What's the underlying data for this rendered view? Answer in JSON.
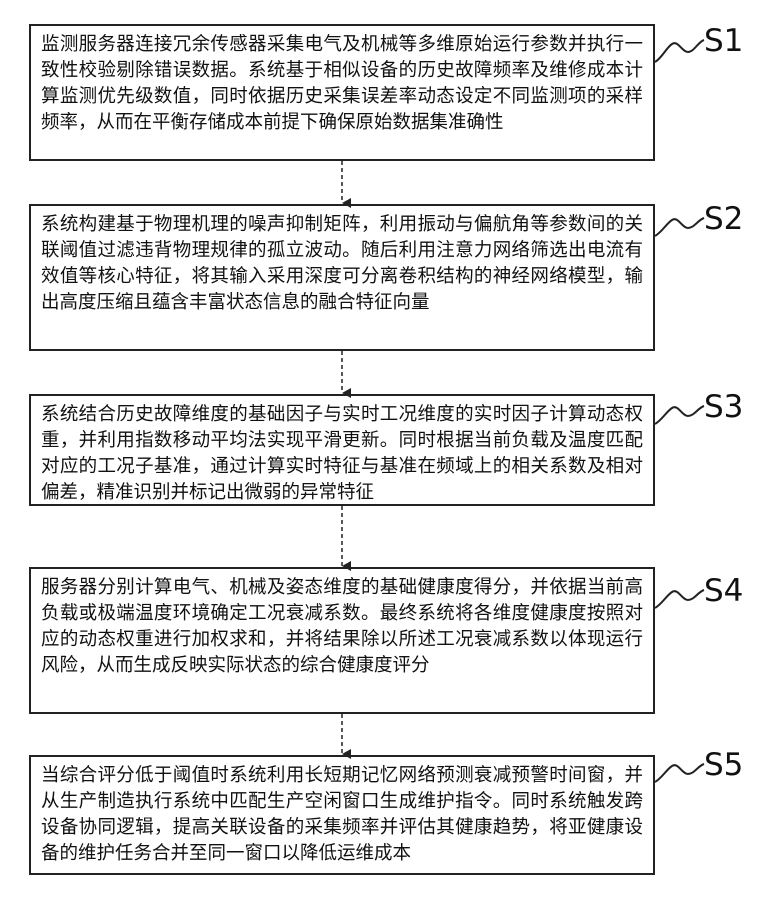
{
  "steps": [
    {
      "label": "S1",
      "text": "监测服务器连接冗余传感器采集电气及机械等多维原始运行参数并执行一致性校验剔除错误数据。系统基于相似设备的历史故障频率及维修成本计算监测优先级数值，同时依据历史采集误差率动态设定不同监测项的采样频率，从而在平衡存储成本前提下确保原始数据集准确性"
    },
    {
      "label": "S2",
      "text": "系统构建基于物理机理的噪声抑制矩阵，利用振动与偏航角等参数间的关联阈值过滤违背物理规律的孤立波动。随后利用注意力网络筛选出电流有效值等核心特征，将其输入采用深度可分离卷积结构的神经网络模型，输出高度压缩且蕴含丰富状态信息的融合特征向量"
    },
    {
      "label": "S3",
      "text": "系统结合历史故障维度的基础因子与实时工况维度的实时因子计算动态权重，并利用指数移动平均法实现平滑更新。同时根据当前负载及温度匹配对应的工况子基准，通过计算实时特征与基准在频域上的相关系数及相对偏差，精准识别并标记出微弱的异常特征"
    },
    {
      "label": "S4",
      "text": "服务器分别计算电气、机械及姿态维度的基础健康度得分，并依据当前高负载或极端温度环境确定工况衰减系数。最终系统将各维度健康度按照对应的动态权重进行加权求和，并将结果除以所述工况衰减系数以体现运行风险，从而生成反映实际状态的综合健康度评分"
    },
    {
      "label": "S5",
      "text": "当综合评分低于阈值时系统利用长短期记忆网络预测衰减预警时间窗，并从生产制造执行系统中匹配生产空闲窗口生成维护指令。同时系统触发跨设备协同逻辑，提高关联设备的采集频率并评估其健康趋势，将亚健康设备的维护任务合并至同一窗口以降低运维成本"
    }
  ]
}
